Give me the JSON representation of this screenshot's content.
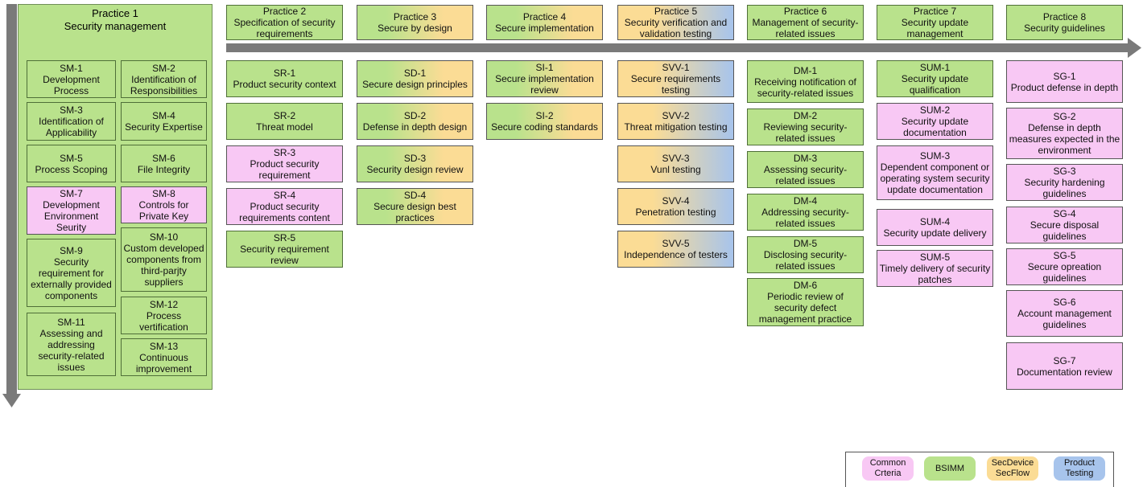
{
  "practices": {
    "p1": {
      "title": "Practice 1",
      "subtitle": "Security management"
    },
    "p2": {
      "title": "Practice 2",
      "subtitle": "Specification of security requirements"
    },
    "p3": {
      "title": "Practice 3",
      "subtitle": "Secure by design"
    },
    "p4": {
      "title": "Practice 4",
      "subtitle": "Secure implementation"
    },
    "p5": {
      "title": "Practice 5",
      "subtitle": "Security verification and validation testing"
    },
    "p6": {
      "title": "Practice 6",
      "subtitle": "Management of security-related issues"
    },
    "p7": {
      "title": "Practice 7",
      "subtitle": "Security update management"
    },
    "p8": {
      "title": "Practice 8",
      "subtitle": "Security guidelines"
    }
  },
  "sm": [
    {
      "code": "SM-1",
      "name": "Development Process"
    },
    {
      "code": "SM-2",
      "name": "Identification of Responsibilities"
    },
    {
      "code": "SM-3",
      "name": "Identification of Applicability"
    },
    {
      "code": "SM-4",
      "name": "Security Expertise"
    },
    {
      "code": "SM-5",
      "name": "Process Scoping"
    },
    {
      "code": "SM-6",
      "name": "File Integrity"
    },
    {
      "code": "SM-7",
      "name": "Development Environment Seurity"
    },
    {
      "code": "SM-8",
      "name": "Controls for Private Key"
    },
    {
      "code": "SM-9",
      "name": "Security requirement for externally provided components"
    },
    {
      "code": "SM-10",
      "name": "Custom developed components from third-parjty suppliers"
    },
    {
      "code": "SM-11",
      "name": "Assessing and addressing security-related issues"
    },
    {
      "code": "SM-12",
      "name": "Process vertification"
    },
    {
      "code": "SM-13",
      "name": "Continuous improvement"
    }
  ],
  "sr": [
    {
      "code": "SR-1",
      "name": "Product security context"
    },
    {
      "code": "SR-2",
      "name": "Threat model"
    },
    {
      "code": "SR-3",
      "name": "Product security requirement"
    },
    {
      "code": "SR-4",
      "name": "Product security requirements content"
    },
    {
      "code": "SR-5",
      "name": "Security requirement review"
    }
  ],
  "sd": [
    {
      "code": "SD-1",
      "name": "Secure design principles"
    },
    {
      "code": "SD-2",
      "name": "Defense in depth design"
    },
    {
      "code": "SD-3",
      "name": "Security design review"
    },
    {
      "code": "SD-4",
      "name": "Secure design best practices"
    }
  ],
  "si": [
    {
      "code": "SI-1",
      "name": "Secure implementation review"
    },
    {
      "code": "SI-2",
      "name": "Secure coding standards"
    }
  ],
  "svv": [
    {
      "code": "SVV-1",
      "name": "Secure requirements testing"
    },
    {
      "code": "SVV-2",
      "name": "Threat mitigation testing"
    },
    {
      "code": "SVV-3",
      "name": "Vunl testing"
    },
    {
      "code": "SVV-4",
      "name": "Penetration testing"
    },
    {
      "code": "SVV-5",
      "name": "Independence of testers"
    }
  ],
  "dm": [
    {
      "code": "DM-1",
      "name": "Receiving notification of security-related issues"
    },
    {
      "code": "DM-2",
      "name": "Reviewing security-related issues"
    },
    {
      "code": "DM-3",
      "name": "Assessing security-related issues"
    },
    {
      "code": "DM-4",
      "name": "Addressing security-related issues"
    },
    {
      "code": "DM-5",
      "name": "Disclosing security-related issues"
    },
    {
      "code": "DM-6",
      "name": "Periodic review of security defect management practice"
    }
  ],
  "sum": [
    {
      "code": "SUM-1",
      "name": "Security update qualification"
    },
    {
      "code": "SUM-2",
      "name": "Security update documentation"
    },
    {
      "code": "SUM-3",
      "name": "Dependent component or operating system security update documentation"
    },
    {
      "code": "SUM-4",
      "name": "Security update delivery"
    },
    {
      "code": "SUM-5",
      "name": "Timely delivery of security patches"
    }
  ],
  "sg": [
    {
      "code": "SG-1",
      "name": "Product defense in depth"
    },
    {
      "code": "SG-2",
      "name": "Defense in depth measures expected in the environment"
    },
    {
      "code": "SG-3",
      "name": "Security hardening guidelines"
    },
    {
      "code": "SG-4",
      "name": "Secure disposal guidelines"
    },
    {
      "code": "SG-5",
      "name": "Secure opreation guidelines"
    },
    {
      "code": "SG-6",
      "name": "Account management guidelines"
    },
    {
      "code": "SG-7",
      "name": "Documentation review"
    }
  ],
  "legend": {
    "common_criteria": "Common Crteria",
    "bsimm": "BSIMM",
    "secdevice": "SecDevice SecFlow",
    "product_testing": "Product Testing"
  },
  "colors": {
    "bsimm_green": "#b9e28c",
    "common_criteria_pink": "#f8c8f4",
    "secdevice_yellow": "#fbdc95",
    "product_testing_blue": "#a7c4ec",
    "arrow_gray": "#7a7a7a"
  }
}
